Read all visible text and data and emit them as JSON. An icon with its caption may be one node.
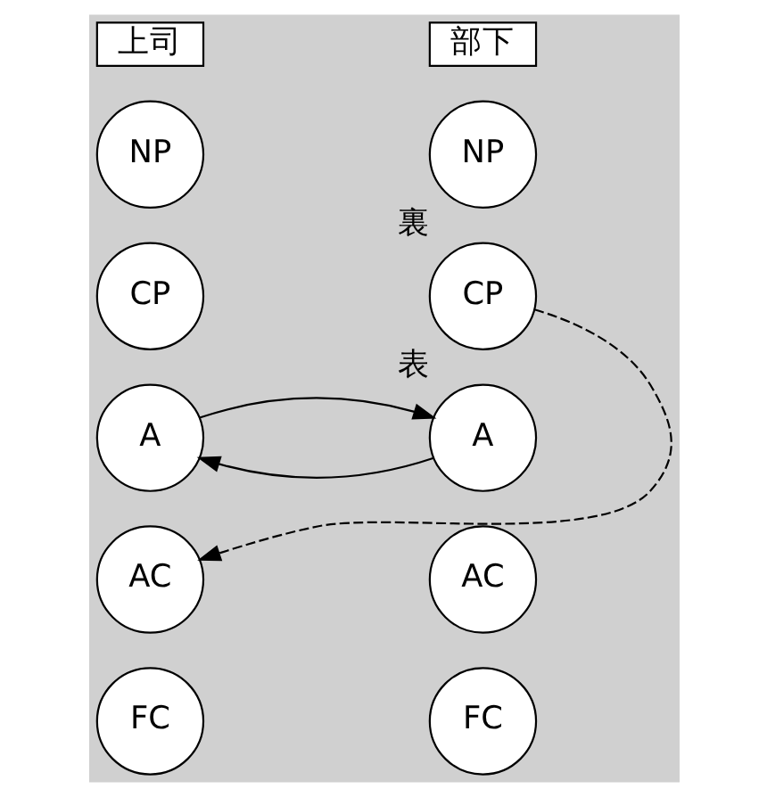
{
  "diagram": {
    "nodes": [
      {
        "text": [
          "上司"
        ]
      },
      {
        "text": [
          "部下"
        ]
      },
      {
        "text": [
          "NP"
        ]
      },
      {
        "text": [
          "NP"
        ]
      },
      {
        "text": [
          "CP"
        ]
      },
      {
        "text": [
          "CP"
        ],
        "beside": [
          "裏"
        ]
      },
      {
        "text": [
          "A"
        ]
      },
      {
        "text": [
          "A"
        ],
        "beside": [
          "表"
        ]
      },
      {
        "text": [
          "AC"
        ]
      },
      {
        "text": [
          "AC"
        ]
      },
      {
        "text": [
          "FC"
        ]
      },
      {
        "text": [
          "FC"
        ]
      }
    ],
    "edges": [
      {
        "from": 7,
        "to": 6,
        "arrow": "to"
      },
      {
        "from": 6,
        "to": 7,
        "arrow": "to"
      },
      {
        "from": 5,
        "to": 8,
        "arrow": "to",
        "style": "dashed"
      }
    ]
  }
}
